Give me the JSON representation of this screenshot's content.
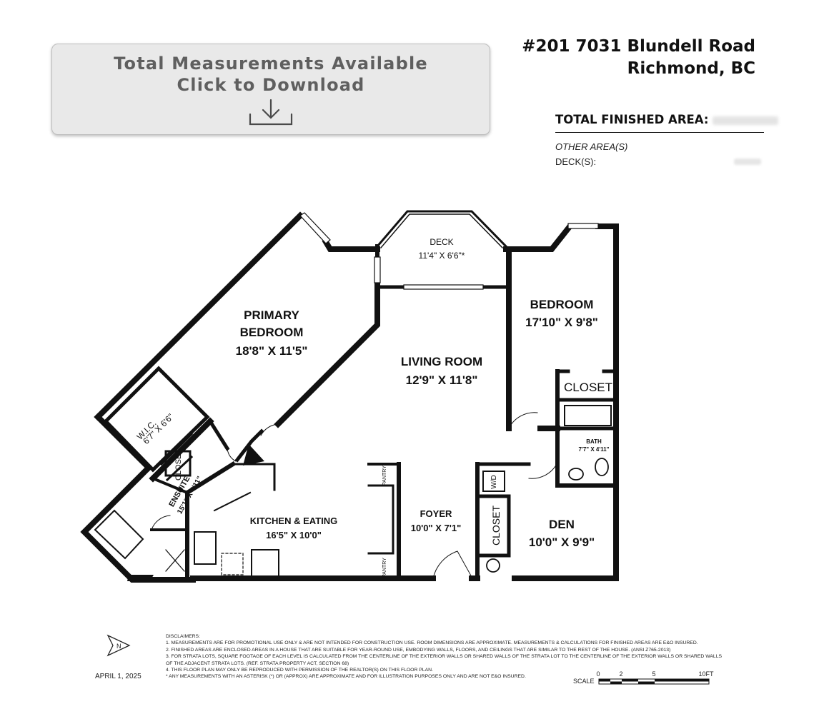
{
  "banner": {
    "line1": "Total Measurements Available",
    "line2": "Click to Download",
    "icon": "download-icon"
  },
  "address": {
    "line1": "#201 7031 Blundell Road",
    "line2": "Richmond, BC"
  },
  "areas": {
    "total_label": "TOTAL FINISHED AREA:",
    "other_label": "OTHER AREA(S)",
    "deck_label": "DECK(S):"
  },
  "rooms": {
    "deck": {
      "name": "DECK",
      "dims": "11'4\" X 6'6\"*"
    },
    "primary": {
      "name1": "PRIMARY",
      "name2": "BEDROOM",
      "dims": "18'8\" X 11'5\""
    },
    "bedroom": {
      "name": "BEDROOM",
      "dims": "17'10\" X 9'8\""
    },
    "living": {
      "name": "LIVING ROOM",
      "dims": "12'9\" X 11'8\""
    },
    "closet_bed": "CLOSET",
    "bath": {
      "name": "BATH",
      "dims": "7'7\" X 4'11\""
    },
    "wic": {
      "name": "W.I.C.",
      "dims": "6'7\" X 6'6\""
    },
    "closet_ensuite": "CLOSET",
    "ensuite": {
      "name": "ENSUITE",
      "dims": "15'1\" X 4'11\""
    },
    "kitchen": {
      "name": "KITCHEN & EATING",
      "dims": "16'5\" X 10'0\""
    },
    "pantry": "PANTRY",
    "foyer": {
      "name": "FOYER",
      "dims": "10'0\" X 7'1\""
    },
    "wd": "W/D",
    "closet_foyer": "CLOSET",
    "den": {
      "name": "DEN",
      "dims": "10'0\" X 9'9\""
    }
  },
  "footer": {
    "north_label": "N",
    "date": "APRIL 1, 2025",
    "disclaimer_title": "DISCLAIMERS:",
    "disclaimers": [
      "1. MEASUREMENTS ARE FOR PROMOTIONAL USE ONLY & ARE NOT INTENDED FOR CONSTRUCTION USE. ROOM DIMENSIONS ARE APPROXIMATE. MEASUREMENTS & CALCULATIONS FOR FINISHED AREAS ARE E&O INSURED.",
      "2. FINISHED AREAS ARE ENCLOSED AREAS IN A HOUSE THAT ARE SUITABLE FOR YEAR-ROUND USE, EMBODYING WALLS, FLOORS, AND CEILINGS THAT ARE SIMILAR TO THE REST OF THE HOUSE. (ANSI Z765-2013)",
      "3. FOR STRATA LOTS, SQUARE FOOTAGE OF EACH LEVEL IS CALCULATED FROM THE CENTERLINE OF THE EXTERIOR WALLS OR SHARED WALLS OF THE STRATA LOT TO THE CENTERLINE OF THE EXTERIOR WALLS OR SHARED WALLS OF THE ADJACENT STRATA LOTS. (REF. STRATA PROPERTY ACT, SECTION 68)",
      "4. THIS FLOOR PLAN MAY ONLY BE REPRODUCED WITH PERMISSION OF THE REALTOR(S) ON THIS FLOOR PLAN.",
      "* ANY MEASUREMENTS WITH AN ASTERISK (*) OR (APPROX) ARE APPROXIMATE AND FOR ILLUSTRATION PURPOSES ONLY AND ARE NOT E&O INSURED."
    ],
    "scale_label": "SCALE",
    "scale_ticks": [
      "0",
      "2",
      "5",
      "10FT"
    ]
  }
}
